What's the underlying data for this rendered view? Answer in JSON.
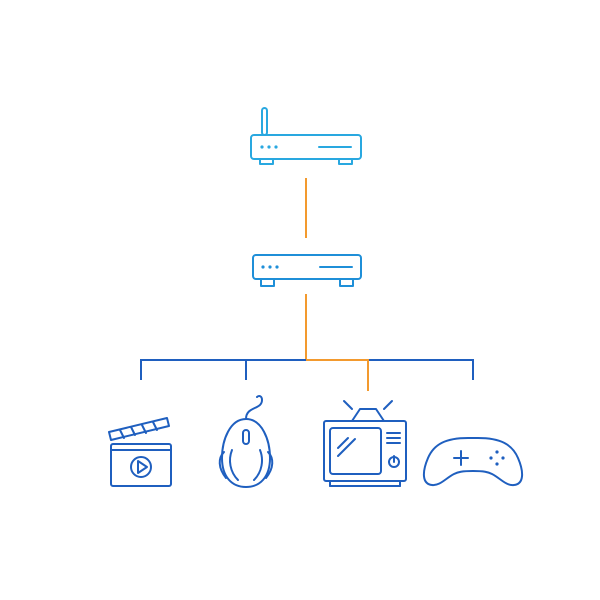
{
  "diagram": {
    "colors": {
      "background": "#ffffff",
      "router_stroke": "#29a8e0",
      "device_stroke": "#1f5fbf",
      "orange_link": "#f39a2e",
      "blue_link": "#1f5fbf"
    },
    "nodes": {
      "router": {
        "icon": "wifi-router-icon"
      },
      "switch": {
        "icon": "network-switch-icon"
      },
      "devices": [
        {
          "icon": "movie-clapperboard-icon"
        },
        {
          "icon": "computer-mouse-icon"
        },
        {
          "icon": "retro-tv-icon"
        },
        {
          "icon": "gamepad-icon"
        }
      ]
    },
    "links": [
      {
        "from": "router",
        "to": "switch",
        "color": "orange"
      },
      {
        "from": "switch",
        "to": "retro-tv",
        "color": "orange"
      },
      {
        "from": "switch",
        "to": "movie-clapperboard",
        "color": "blue"
      },
      {
        "from": "switch",
        "to": "computer-mouse",
        "color": "blue"
      },
      {
        "from": "switch",
        "to": "gamepad",
        "color": "blue"
      }
    ]
  }
}
